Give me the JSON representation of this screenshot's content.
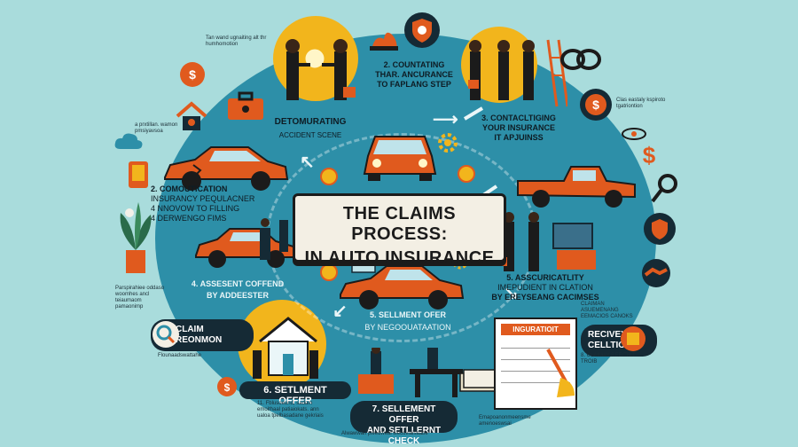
{
  "title": {
    "line1": "THE CLAIMS PROCESS:",
    "line2": "IN AUTO INSURANCE"
  },
  "steps": {
    "doc": {
      "line1": "DETOMURATING",
      "line2": "ACCIDENT SCENE"
    },
    "s2a": {
      "line1": "2. COUNTATING",
      "line2": "THAR. ANCURANCE",
      "line3": "TO FAPLANG STEP"
    },
    "s3": {
      "line1": "3. CONTACLTIGING",
      "line2": "YOUR INSURANCE",
      "line3": "IT APJUINSS"
    },
    "s2b": {
      "line1": "2. COMOUTICATION",
      "line2": "INSURANCY PEQULACNER",
      "line3": "4 NNOVOW TO FILLING",
      "line4": "4 DERWENGO FIMS"
    },
    "s4": {
      "line1": "4. ASSESENT COFFEND",
      "line2": "BY ADDEESTER"
    },
    "s5a": {
      "line1": "5. ASSCURICATLITY",
      "line2": "IMEPUDIENT IN CLATION",
      "line3": "BY EREYSEANG  CACIMSES"
    },
    "s5b": {
      "line1": "5. SELLMENT OFER",
      "line2": "BY NEGOOUATAATION"
    },
    "claim": {
      "line1": "CLAIM",
      "line2": "REONMON"
    },
    "s6": {
      "label": "6. SETLMENT OFFER"
    },
    "s7": {
      "line1": "7. SELLEMENT OFFER",
      "line2": "AND SETLLERNT CHECK"
    },
    "recv": {
      "line1": "RECIVEY",
      "line2": "CELLTION"
    },
    "form": {
      "header": "INGURATIOIT"
    }
  },
  "notes": {
    "n_top": "Tan wand ugnaiting alt thr humhomotion",
    "n_left1": "a prxtillan. wamon pmsiyavsoa",
    "n_right1": "Clas eastaly kspiroto tgatriontion",
    "n_left2": "Parspirahiee oddaso woomhes ancl teiaumaom pamaonimp",
    "n_right2": "CLAIMAN ASUEMENANG EEMACIOS CANOKS",
    "n_below_claim": "Flounaadswattahe",
    "n_below_recv": "8. CLAIMAY REEITHIT TROIB",
    "n_bottom1": "11. Fblusoeond, sadam emoithaal patiaiokats. ann ualoa tpelbasadane gekriais",
    "n_bottom2": "Alwawwan pwedweal wecoviaisaabe",
    "n_bottom_right": "Emapoanonmeensme amenoeswsai"
  },
  "colors": {
    "background": "#a9dcdc",
    "circle": "#2d8fa8",
    "accent": "#f2b51c",
    "car": "#e05a1e",
    "dark": "#152a35"
  }
}
